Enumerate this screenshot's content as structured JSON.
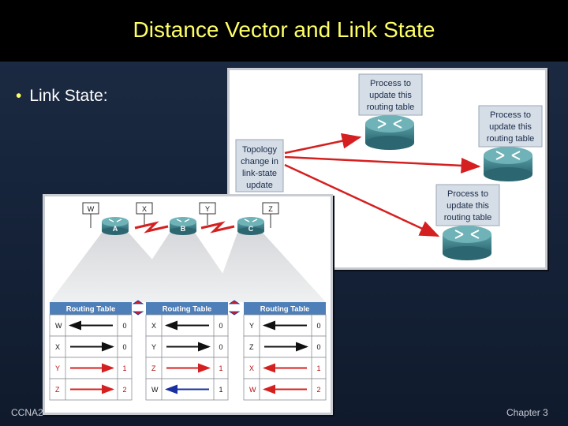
{
  "slide": {
    "title": "Distance Vector and Link State",
    "bullet": "Link State:",
    "footer_left": "CCNA2",
    "footer_right": "Chapter 3"
  },
  "top_diagram": {
    "topology_box": [
      "Topology",
      "change in",
      "link-state",
      "update"
    ],
    "process_boxes": [
      [
        "Process to",
        "update this",
        "routing table"
      ],
      [
        "Process to",
        "update this",
        "routing table"
      ],
      [
        "Process to",
        "update this",
        "routing table"
      ]
    ]
  },
  "bottom_diagram": {
    "networks": [
      "W",
      "X",
      "Y",
      "Z"
    ],
    "routers": [
      "A",
      "B",
      "C"
    ],
    "tables": [
      {
        "header": "Routing Table",
        "rows": [
          {
            "dest": "W",
            "via": "0",
            "dir": "left",
            "color": "black"
          },
          {
            "dest": "X",
            "via": "0",
            "dir": "right",
            "color": "black"
          },
          {
            "dest": "Y",
            "via": "1",
            "dir": "right",
            "color": "red"
          },
          {
            "dest": "Z",
            "via": "2",
            "dir": "right",
            "color": "red"
          }
        ]
      },
      {
        "header": "Routing Table",
        "rows": [
          {
            "dest": "X",
            "via": "0",
            "dir": "left",
            "color": "black"
          },
          {
            "dest": "Y",
            "via": "0",
            "dir": "right",
            "color": "black"
          },
          {
            "dest": "Z",
            "via": "1",
            "dir": "right",
            "color": "red"
          },
          {
            "dest": "W",
            "via": "1",
            "dir": "left",
            "color": "blue"
          }
        ]
      },
      {
        "header": "Routing Table",
        "rows": [
          {
            "dest": "Y",
            "via": "0",
            "dir": "left",
            "color": "black"
          },
          {
            "dest": "Z",
            "via": "0",
            "dir": "right",
            "color": "black"
          },
          {
            "dest": "X",
            "via": "1",
            "dir": "left",
            "color": "red"
          },
          {
            "dest": "W",
            "via": "2",
            "dir": "left",
            "color": "red"
          }
        ]
      }
    ]
  },
  "colors": {
    "title": "#ffff66",
    "arrow_red": "#d42020",
    "arrow_blue": "#1a2fa0",
    "table_header": "#4e7fb8",
    "router": "#3f7f86"
  }
}
